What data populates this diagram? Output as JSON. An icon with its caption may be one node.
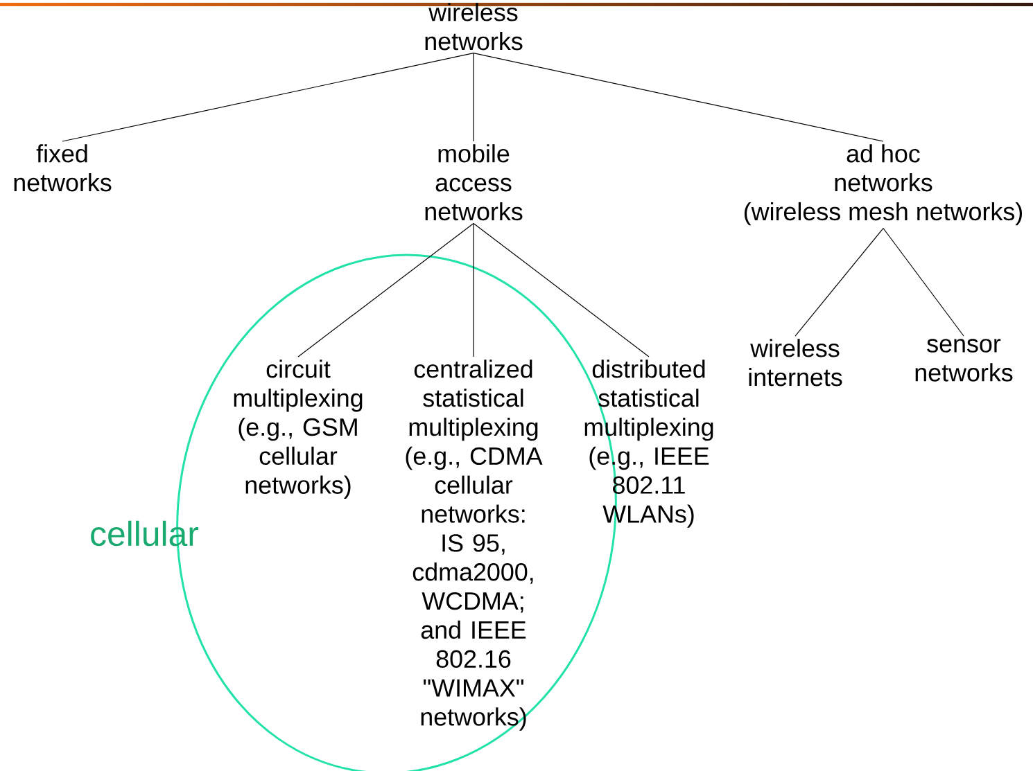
{
  "diagram": {
    "nodes": [
      {
        "text": [
          "wireless networks"
        ]
      },
      {
        "text": [
          "fixed networks"
        ]
      },
      {
        "text": [
          "mobile access networks"
        ]
      },
      {
        "text": [
          "ad hoc networks",
          "(wireless mesh networks)"
        ]
      },
      {
        "text": [
          "cellular"
        ]
      },
      {
        "text": [
          "circuit multiplexing (e.g., GSM cellular networks)"
        ],
        "in": 4
      },
      {
        "text": [
          "centralized statistical multiplexing (e.g., CDMA cellular networks: IS 95, cdma2000, WCDMA; and IEEE 802.16 \"WIMAX\" networks)"
        ],
        "in": 4
      },
      {
        "text": [
          "distributed statistical multiplexing (e.g., IEEE 802.11 WLANs)"
        ]
      },
      {
        "text": [
          "wireless internets"
        ]
      },
      {
        "text": [
          "sensor networks"
        ]
      }
    ],
    "edges": [
      {
        "from": 0,
        "to": 1,
        "arrow": "none"
      },
      {
        "from": 0,
        "to": 2,
        "arrow": "none"
      },
      {
        "from": 0,
        "to": 3,
        "arrow": "none"
      },
      {
        "from": 2,
        "to": 5,
        "arrow": "none"
      },
      {
        "from": 2,
        "to": 6,
        "arrow": "none"
      },
      {
        "from": 2,
        "to": 7,
        "arrow": "none"
      },
      {
        "from": 3,
        "to": 8,
        "arrow": "none"
      },
      {
        "from": 3,
        "to": 9,
        "arrow": "none"
      }
    ]
  }
}
